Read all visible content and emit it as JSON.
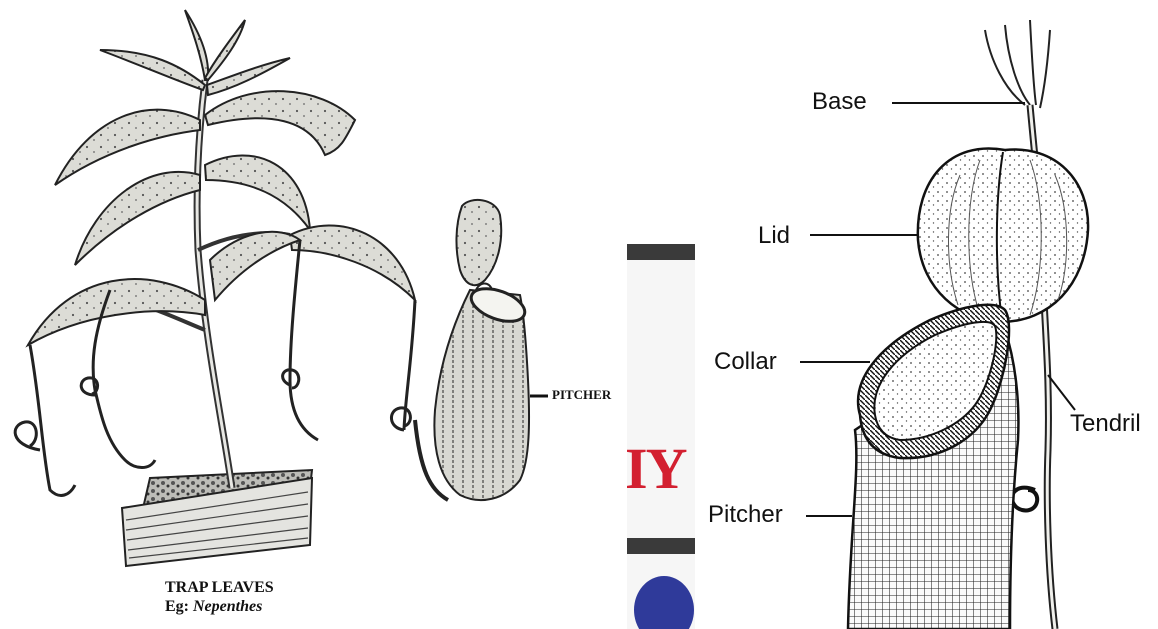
{
  "left_panel": {
    "pitcher_label": "PITCHER",
    "caption_title": "TRAP LEAVES",
    "caption_prefix": "Eg:",
    "caption_species": "Nepenthes"
  },
  "middle_strip": {
    "glyph": "IY",
    "colors": {
      "bar": "#3a3a3a",
      "text": "#d32030",
      "disc": "#2f3a9a",
      "background": "#f6f6f6"
    }
  },
  "right_panel": {
    "labels": {
      "base": "Base",
      "lid": "Lid",
      "collar": "Collar",
      "tendril": "Tendril",
      "pitcher": "Pitcher"
    }
  }
}
